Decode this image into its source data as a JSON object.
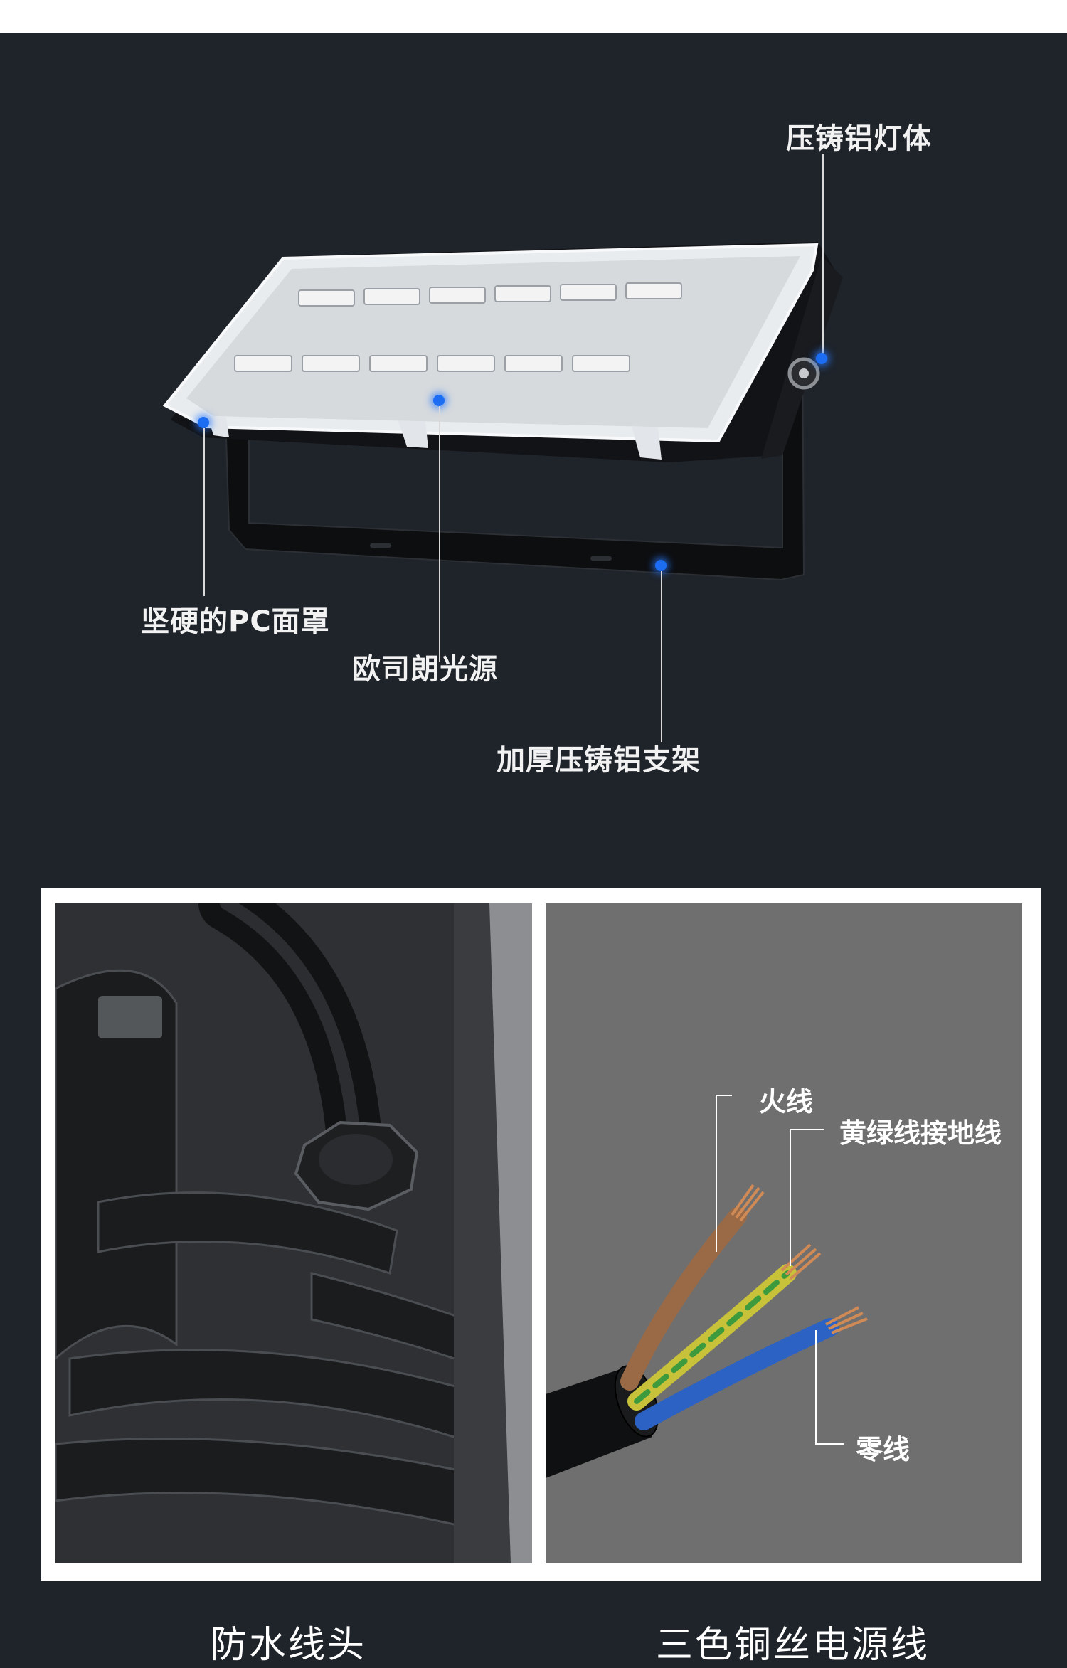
{
  "hero": {
    "callouts": {
      "housing": "压铸铝灯体",
      "cover": "坚硬的PC面罩",
      "light_source": "欧司朗光源",
      "bracket": "加厚压铸铝支架"
    }
  },
  "details": {
    "wires": {
      "live": "火线",
      "ground": "黄绿线接地线",
      "neutral": "零线"
    },
    "captions": {
      "left": "防水线头",
      "right": "三色铜丝电源线"
    }
  },
  "colors": {
    "background": "#1f242b",
    "accent_dot": "#1c6df2",
    "wire_brown": "#9a6a47",
    "wire_yellow_green": "#c8c23a",
    "wire_blue": "#2b62c4"
  }
}
